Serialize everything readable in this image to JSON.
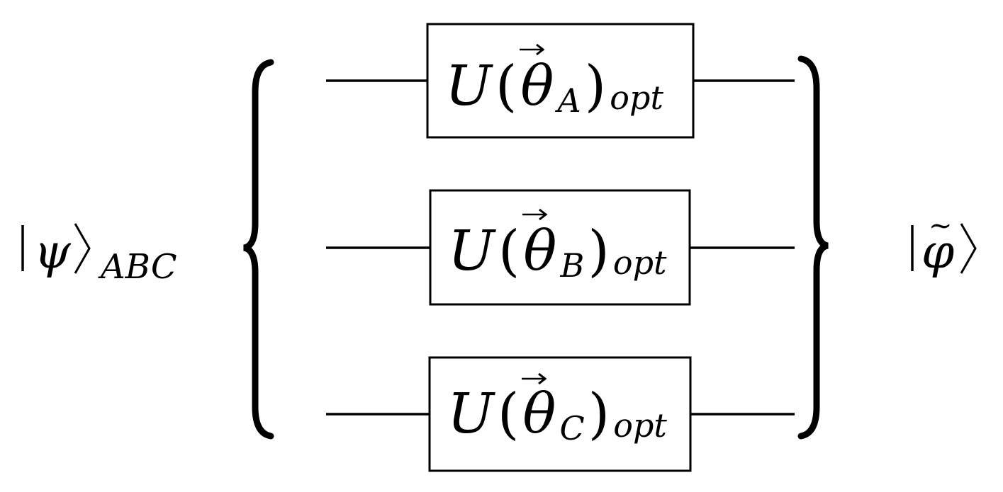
{
  "input_state": {
    "symbol": "ψ",
    "subscript": "ABC"
  },
  "output_state": {
    "symbol": "φ",
    "accent": "~"
  },
  "gates": [
    {
      "operator": "U",
      "parameter": "θ",
      "subscript": "A",
      "suffix": "opt"
    },
    {
      "operator": "U",
      "parameter": "θ",
      "subscript": "B",
      "suffix": "opt"
    },
    {
      "operator": "U",
      "parameter": "θ",
      "subscript": "C",
      "suffix": "opt"
    }
  ],
  "punctuation": {
    "open_paren": "(",
    "close_paren": ")"
  }
}
